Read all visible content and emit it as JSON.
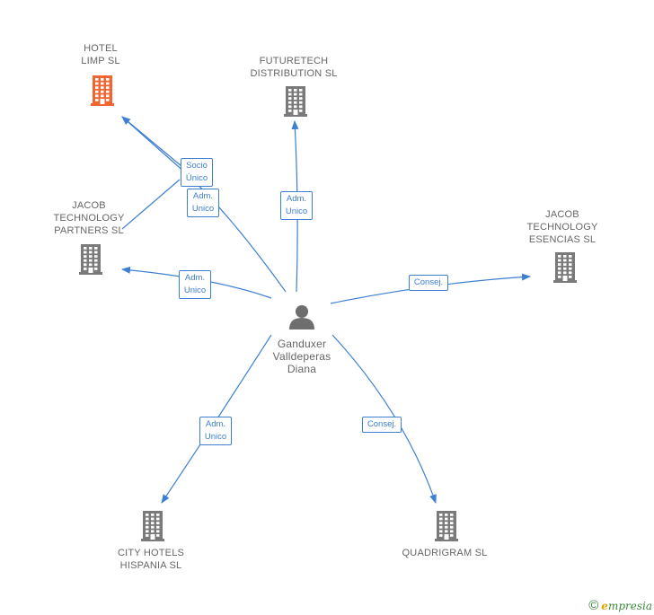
{
  "colors": {
    "edge": "#3d7fd1",
    "building": "#7a7a7a",
    "building_highlight": "#f26530",
    "person": "#6e6e6e",
    "text": "#666666"
  },
  "center": {
    "id": "person",
    "label_lines": [
      "Ganduxer",
      "Valldeperas",
      "Diana"
    ],
    "icon": "person-icon"
  },
  "companies": [
    {
      "id": "hotel-limp",
      "label_lines": [
        "HOTEL",
        "LIMP SL"
      ],
      "icon": "building-icon",
      "highlight": true
    },
    {
      "id": "futuretech",
      "label_lines": [
        "FUTURETECH",
        "DISTRIBUTION SL"
      ],
      "icon": "building-icon",
      "highlight": false
    },
    {
      "id": "jacob-partners",
      "label_lines": [
        "JACOB",
        "TECHNOLOGY",
        "PARTNERS SL"
      ],
      "icon": "building-icon",
      "highlight": false
    },
    {
      "id": "jacob-esencias",
      "label_lines": [
        "JACOB",
        "TECHNOLOGY",
        "ESENCIAS SL"
      ],
      "icon": "building-icon",
      "highlight": false
    },
    {
      "id": "city-hotels",
      "label_lines": [
        "CITY HOTELS",
        "HISPANIA SL"
      ],
      "icon": "building-icon",
      "highlight": false
    },
    {
      "id": "quadrigram",
      "label_lines": [
        "QUADRIGRAM SL"
      ],
      "icon": "building-icon",
      "highlight": false
    }
  ],
  "relations": [
    {
      "id": "rel-socio-unico",
      "from": "jacob-partners",
      "to": "hotel-limp",
      "label_lines": [
        "Socio",
        "Único"
      ]
    },
    {
      "id": "rel-adm-unico-hotel",
      "from": "person",
      "to": "hotel-limp",
      "label_lines": [
        "Adm.",
        "Unico"
      ]
    },
    {
      "id": "rel-adm-unico-futuretech",
      "from": "person",
      "to": "futuretech",
      "label_lines": [
        "Adm.",
        "Unico"
      ]
    },
    {
      "id": "rel-adm-unico-partners",
      "from": "person",
      "to": "jacob-partners",
      "label_lines": [
        "Adm.",
        "Unico"
      ]
    },
    {
      "id": "rel-consej-esencias",
      "from": "person",
      "to": "jacob-esencias",
      "label_lines": [
        "Consej."
      ]
    },
    {
      "id": "rel-adm-unico-city",
      "from": "person",
      "to": "city-hotels",
      "label_lines": [
        "Adm.",
        "Unico"
      ]
    },
    {
      "id": "rel-consej-quadrigram",
      "from": "person",
      "to": "quadrigram",
      "label_lines": [
        "Consej."
      ]
    }
  ],
  "footer": {
    "copyright_symbol": "©",
    "brand_initial": "e",
    "brand_rest": "mpresia"
  }
}
